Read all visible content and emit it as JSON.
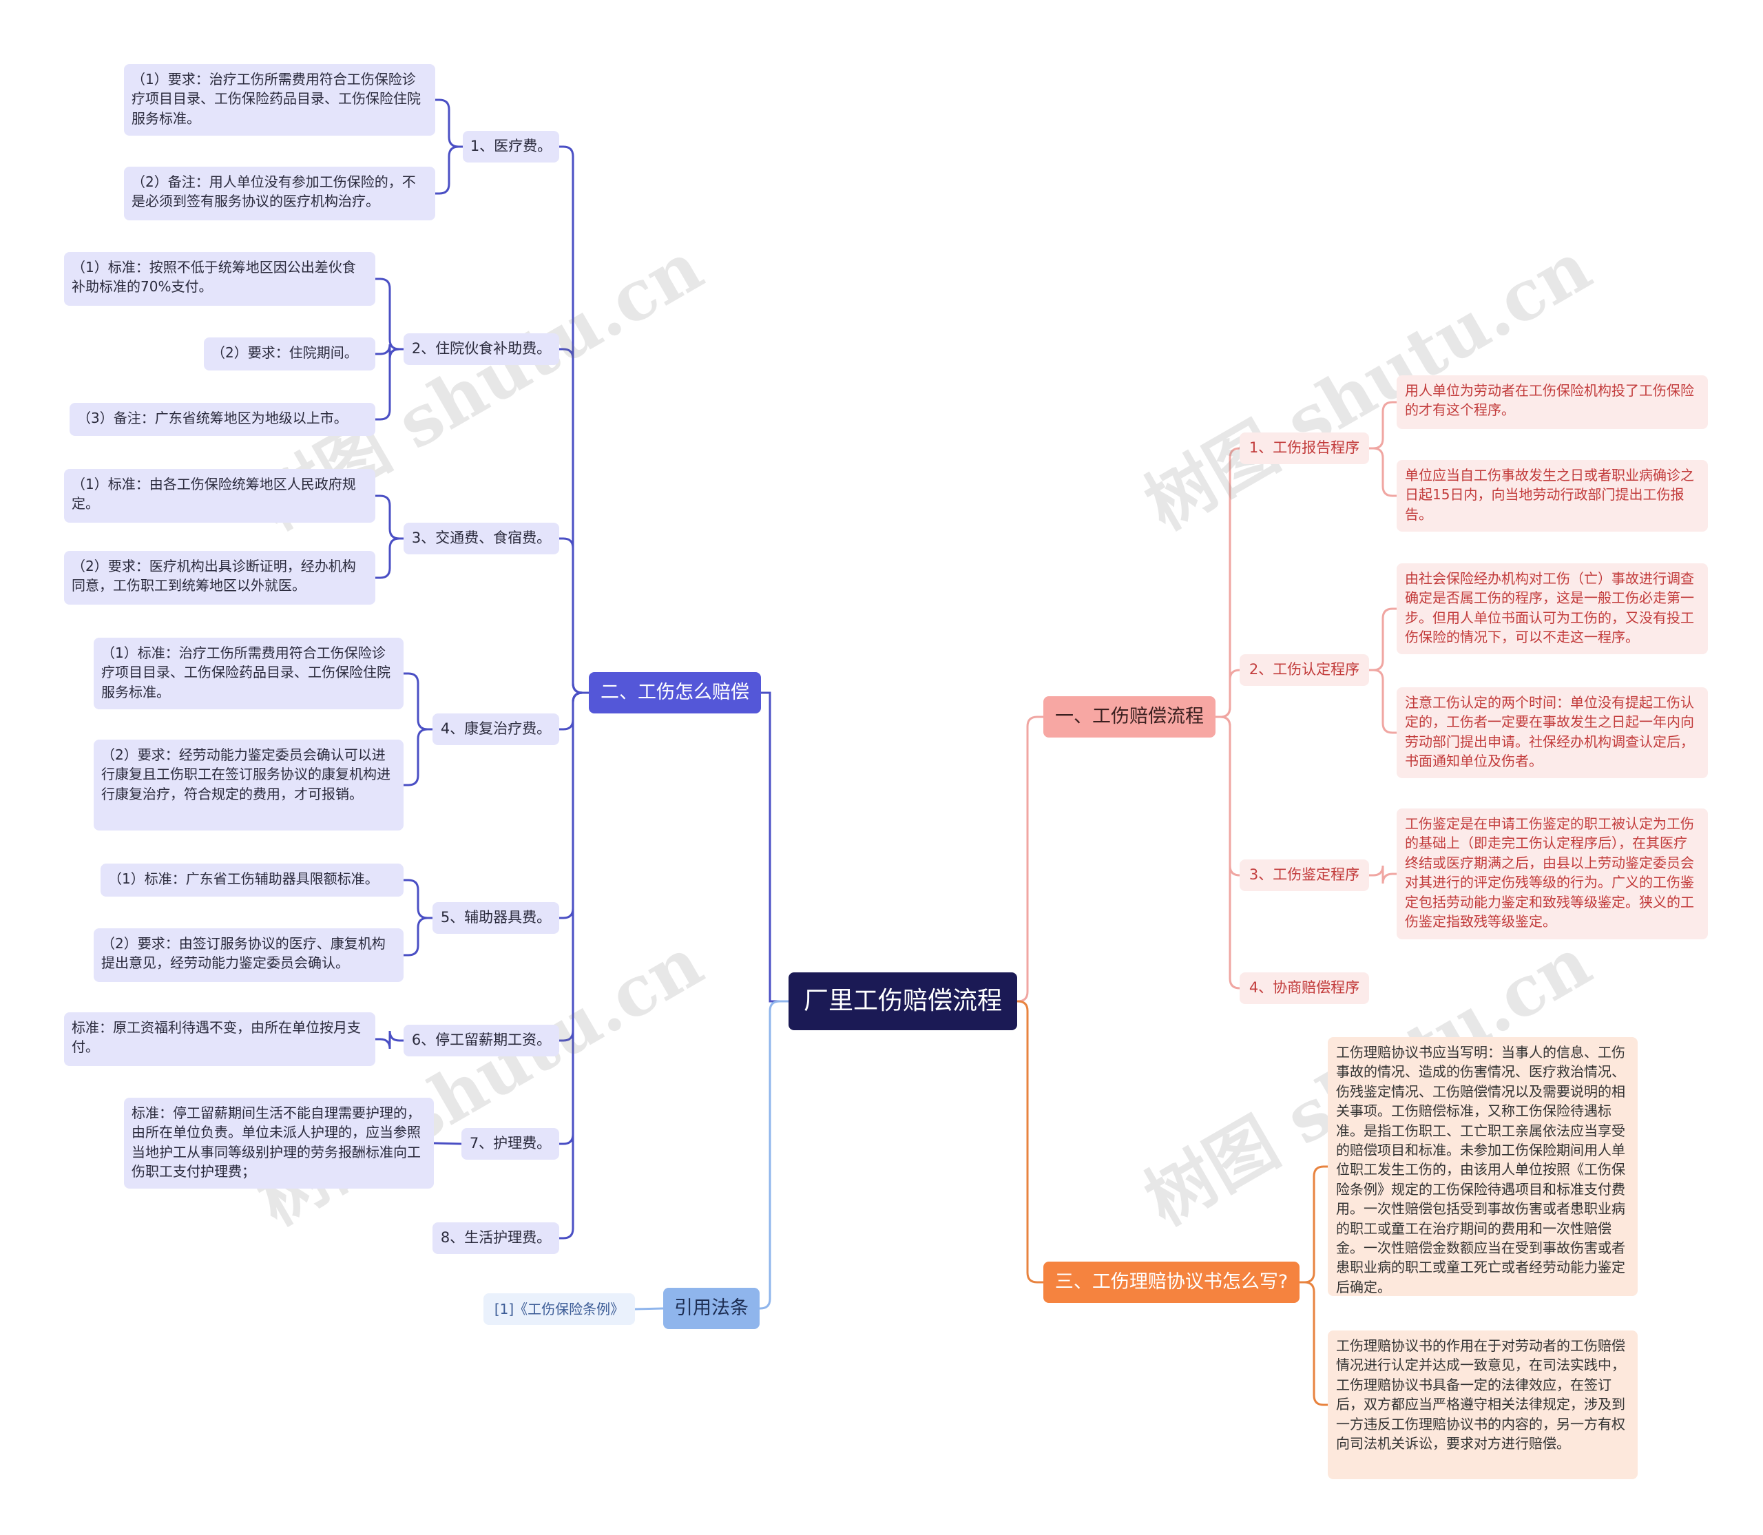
{
  "root": {
    "label": "厂里工伤赔偿流程"
  },
  "branch_compensation": {
    "label": "二、工伤怎么赔偿",
    "items": [
      {
        "label": "1、医疗费。",
        "leaves": [
          "（1）要求：治疗工伤所需费用符合工伤保险诊疗项目目录、工伤保险药品目录、工伤保险住院服务标准。",
          "（2）备注：用人单位没有参加工伤保险的，不是必须到签有服务协议的医疗机构治疗。"
        ]
      },
      {
        "label": "2、住院伙食补助费。",
        "leaves": [
          "（1）标准：按照不低于统筹地区因公出差伙食补助标准的70%支付。",
          "（2）要求：住院期间。",
          "（3）备注：广东省统筹地区为地级以上市。"
        ]
      },
      {
        "label": "3、交通费、食宿费。",
        "leaves": [
          "（1）标准：由各工伤保险统筹地区人民政府规定。",
          "（2）要求：医疗机构出具诊断证明，经办机构同意，工伤职工到统筹地区以外就医。"
        ]
      },
      {
        "label": "4、康复治疗费。",
        "leaves": [
          "（1）标准：治疗工伤所需费用符合工伤保险诊疗项目目录、工伤保险药品目录、工伤保险住院服务标准。",
          "（2）要求：经劳动能力鉴定委员会确认可以进行康复且工伤职工在签订服务协议的康复机构进行康复治疗，符合规定的费用，才可报销。"
        ]
      },
      {
        "label": "5、辅助器具费。",
        "leaves": [
          "（1）标准：广东省工伤辅助器具限额标准。",
          "（2）要求：由签订服务协议的医疗、康复机构提出意见，经劳动能力鉴定委员会确认。"
        ]
      },
      {
        "label": "6、停工留薪期工资。",
        "leaves": [
          "标准：原工资福利待遇不变，由所在单位按月支付。"
        ]
      },
      {
        "label": "7、护理费。",
        "leaves": [
          "标准：停工留薪期间生活不能自理需要护理的，由所在单位负责。单位未派人护理的，应当参照当地护工从事同等级别护理的劳务报酬标准向工伤职工支付护理费；"
        ]
      },
      {
        "label": "8、生活护理费。",
        "leaves": []
      }
    ]
  },
  "branch_law": {
    "label": "引用法条",
    "leaf": "[1]《工伤保险条例》"
  },
  "branch_process": {
    "label": "一、工伤赔偿流程",
    "items": [
      {
        "label": "1、工伤报告程序",
        "leaves": [
          "用人单位为劳动者在工伤保险机构投了工伤保险的才有这个程序。",
          "单位应当自工伤事故发生之日或者职业病确诊之日起15日内，向当地劳动行政部门提出工伤报告。"
        ]
      },
      {
        "label": "2、工伤认定程序",
        "leaves": [
          "由社会保险经办机构对工伤（亡）事故进行调查确定是否属工伤的程序，这是一般工伤必走第一步。但用人单位书面认可为工伤的，又没有投工伤保险的情况下，可以不走这一程序。",
          "注意工伤认定的两个时间：单位没有提起工伤认定的，工伤者一定要在事故发生之日起一年内向劳动部门提出申请。社保经办机构调查认定后，书面通知单位及伤者。"
        ]
      },
      {
        "label": "3、工伤鉴定程序",
        "leaves": [
          "工伤鉴定是在申请工伤鉴定的职工被认定为工伤的基础上（即走完工伤认定程序后），在其医疗终结或医疗期满之后，由县以上劳动鉴定委员会对其进行的评定伤残等级的行为。广义的工伤鉴定包括劳动能力鉴定和致残等级鉴定。狭义的工伤鉴定指致残等级鉴定。"
        ]
      },
      {
        "label": "4、协商赔偿程序",
        "leaves": []
      }
    ]
  },
  "branch_agreement": {
    "label": "三、工伤理赔协议书怎么写?",
    "leaves": [
      "工伤理赔协议书应当写明：当事人的信息、工伤事故的情况、造成的伤害情况、医疗救治情况、伤残鉴定情况、工伤赔偿情况以及需要说明的相关事项。工伤赔偿标准，又称工伤保险待遇标准。是指工伤职工、工亡职工亲属依法应当享受的赔偿项目和标准。未参加工伤保险期间用人单位职工发生工伤的，由该用人单位按照《工伤保险条例》规定的工伤保险待遇项目和标准支付费用。一次性赔偿包括受到事故伤害或者患职业病的职工或童工在治疗期间的费用和一次性赔偿金。一次性赔偿金数额应当在受到事故伤害或者患职业病的职工或童工死亡或者经劳动能力鉴定后确定。",
      "工伤理赔协议书的作用在于对劳动者的工伤赔偿情况进行认定并达成一致意见，在司法实践中，工伤理赔协议书具备一定的法律效应，在签订后，双方都应当严格遵守相关法律规定，涉及到一方违反工伤理赔协议书的内容的，另一方有权向司法机关诉讼，要求对方进行赔偿。"
    ]
  },
  "watermark": "树图 shutu.cn",
  "colors": {
    "root": "#1b1a55",
    "left_branch": "#5457d8",
    "left_line": "#4a4fc4",
    "process_branch": "#f7a7a3",
    "process_line": "#f0a6a2",
    "agreement_branch": "#f5833f",
    "agreement_line": "#e8833f",
    "law_branch": "#8fb5ec",
    "law_line": "#8fb5ec"
  }
}
